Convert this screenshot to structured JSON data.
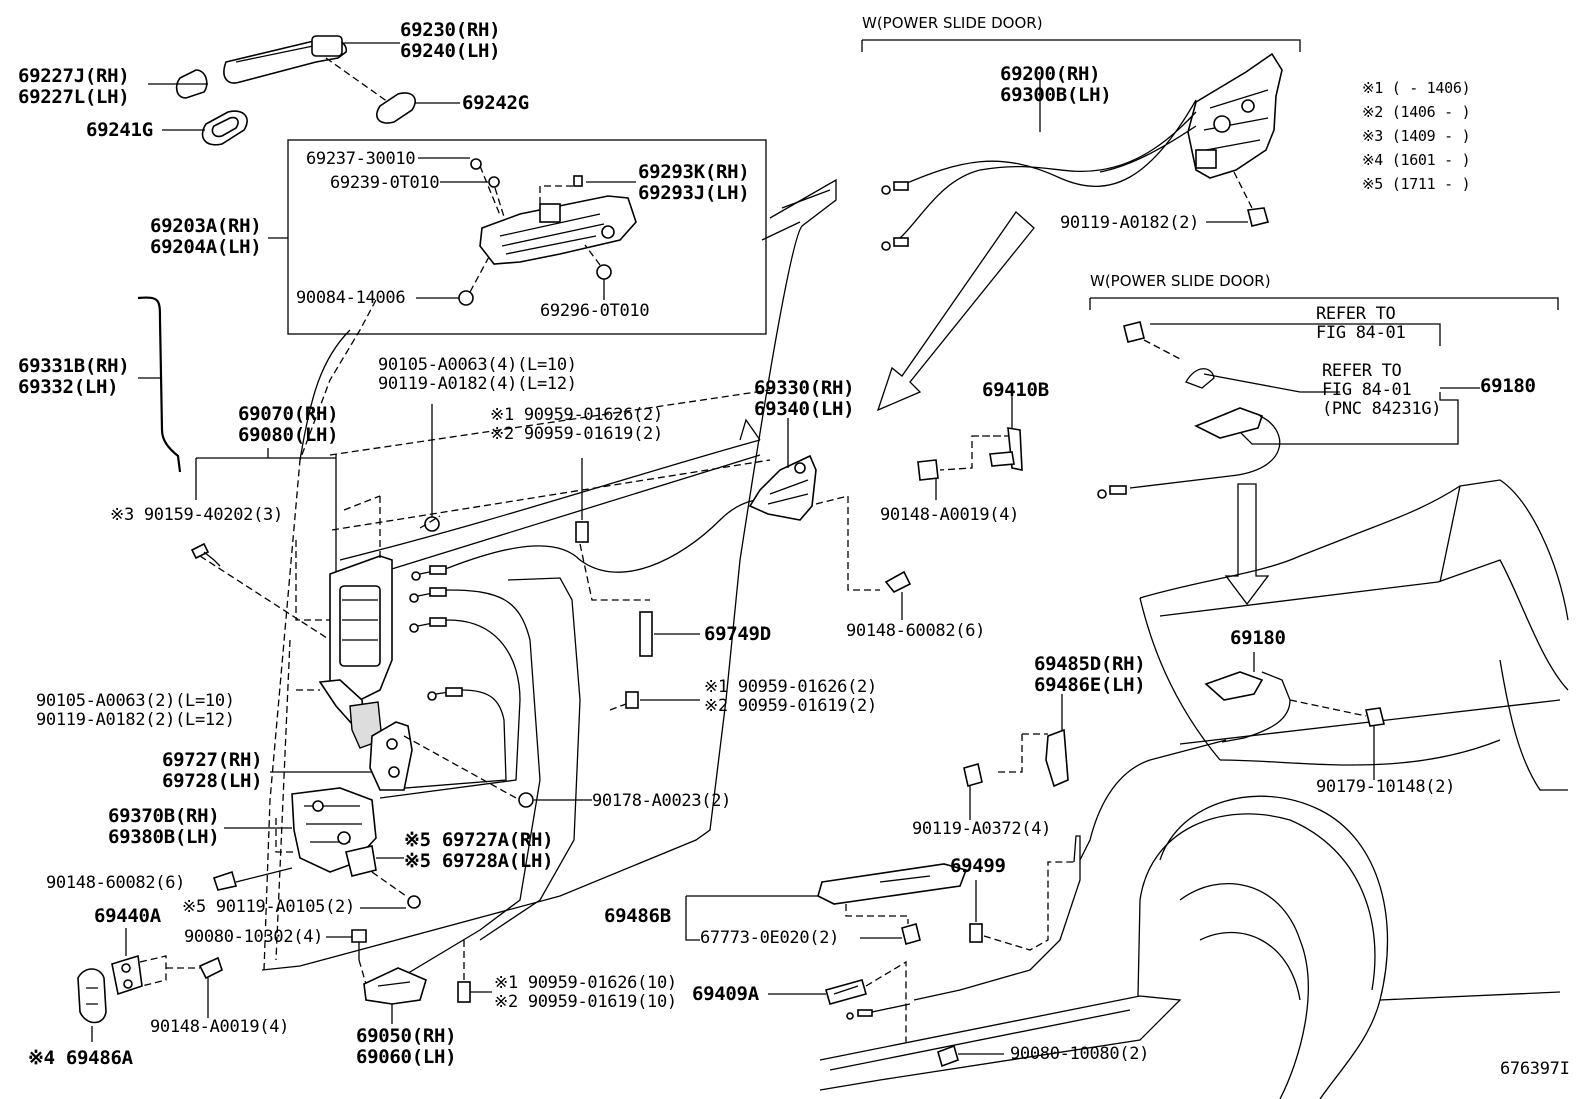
{
  "headers": {
    "power_slide_top": "W(POWER SLIDE DOOR)",
    "power_slide_mid": "W(POWER SLIDE DOOR)"
  },
  "legend": [
    "※1 (     - 1406)",
    "※2 (1406 -     )",
    "※3 (1409 -     )",
    "※4 (1601 -     )",
    "※5 (1711 -     )"
  ],
  "figure_id": "676397I",
  "labels": {
    "l69230": [
      "69230(RH)",
      "69240(LH)"
    ],
    "l69227": [
      "69227J(RH)",
      "69227L(LH)"
    ],
    "l69242G": [
      "69242G"
    ],
    "l69241G": [
      "69241G"
    ],
    "l69237": [
      "69237-30010"
    ],
    "l69239": [
      "69239-0T010"
    ],
    "l69293": [
      "69293K(RH)",
      "69293J(LH)"
    ],
    "l69203": [
      "69203A(RH)",
      "69204A(LH)"
    ],
    "l90084": [
      "90084-14006"
    ],
    "l69296": [
      "69296-0T010"
    ],
    "l69331": [
      "69331B(RH)",
      "69332(LH)"
    ],
    "l90105a": [
      "90105-A0063(4)(L=10)",
      "90119-A0182(4)(L=12)"
    ],
    "l90959a": [
      "※1 90959-01626(2)",
      "※2 90959-01619(2)"
    ],
    "l69070": [
      "69070(RH)",
      "69080(LH)"
    ],
    "l90159": [
      "※3 90159-40202(3)"
    ],
    "l69330": [
      "69330(RH)",
      "69340(LH)"
    ],
    "l69410B": [
      "69410B"
    ],
    "l90148a": [
      "90148-A0019(4)"
    ],
    "l69749D": [
      "69749D"
    ],
    "l90148b": [
      "90148-60082(6)"
    ],
    "l90105b": [
      "90105-A0063(2)(L=10)",
      "90119-A0182(2)(L=12)"
    ],
    "l90959b": [
      "※1 90959-01626(2)",
      "※2 90959-01619(2)"
    ],
    "l69727": [
      "69727(RH)",
      "69728(LH)"
    ],
    "l90178": [
      "90178-A0023(2)"
    ],
    "l69370": [
      "69370B(RH)",
      "69380B(LH)"
    ],
    "l69727A": [
      "※5 69727A(RH)",
      "※5 69728A(LH)"
    ],
    "l90148c": [
      "90148-60082(6)"
    ],
    "l90119a": [
      "※5 90119-A0105(2)"
    ],
    "l69440A": [
      "69440A"
    ],
    "l90080a": [
      "90080-10302(4)"
    ],
    "l90148d": [
      "90148-A0019(4)"
    ],
    "l90959c": [
      "※1 90959-01626(10)",
      "※2 90959-01619(10)"
    ],
    "l69050": [
      "69050(RH)",
      "69060(LH)"
    ],
    "l69486A": [
      "※4 69486A"
    ],
    "l69200": [
      "69200(RH)",
      "69300B(LH)"
    ],
    "l90119b": [
      "90119-A0182(2)"
    ],
    "l_refer1": [
      "REFER TO",
      "FIG 84-01"
    ],
    "l_refer2": [
      "REFER TO",
      "FIG 84-01",
      "(PNC 84231G)"
    ],
    "l69180a": [
      "69180"
    ],
    "l69180b": [
      "69180"
    ],
    "l69485": [
      "69485D(RH)",
      "69486E(LH)"
    ],
    "l90179": [
      "90179-10148(2)"
    ],
    "l90119c": [
      "90119-A0372(4)"
    ],
    "l69499": [
      "69499"
    ],
    "l69486B": [
      "69486B"
    ],
    "l67773": [
      "67773-0E020(2)"
    ],
    "l69409A": [
      "69409A"
    ],
    "l90080b": [
      "90080-10080(2)"
    ]
  }
}
